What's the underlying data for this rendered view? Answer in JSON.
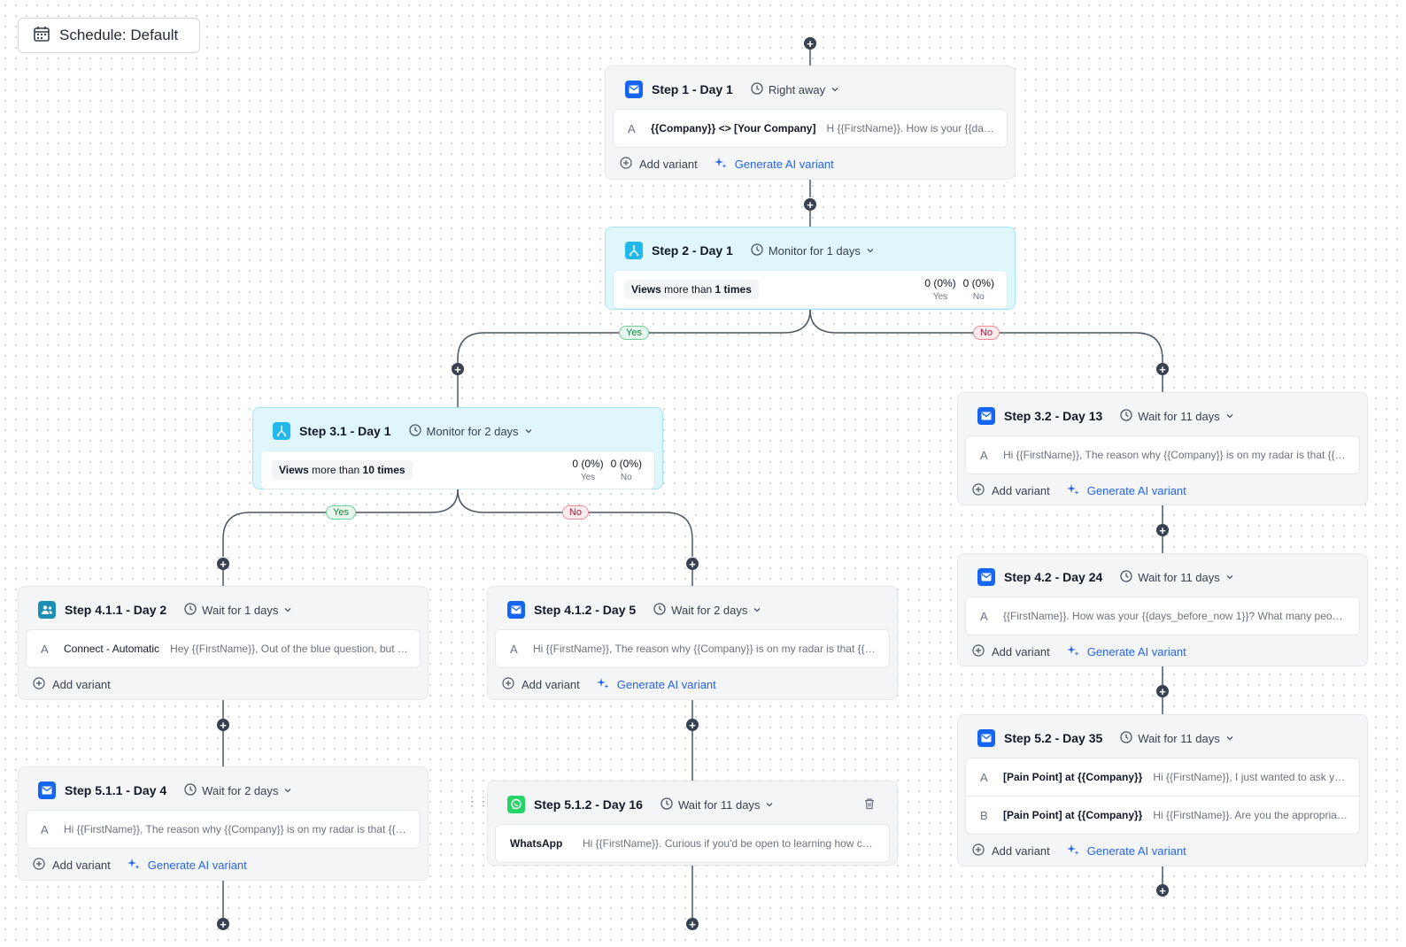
{
  "schedule": {
    "label": "Schedule: Default"
  },
  "branches": {
    "yes": "Yes",
    "no": "No"
  },
  "actions": {
    "add_variant": "Add variant",
    "generate_ai": "Generate AI variant"
  },
  "steps": {
    "s1": {
      "title": "Step 1 - Day 1",
      "delay": "Right away",
      "variants": [
        {
          "letter": "A",
          "subject": "{{Company}} <> [Your Company]",
          "preview": "H {{FirstName}}. How is your {{day..."
        }
      ]
    },
    "s2": {
      "title": "Step 2 - Day 1",
      "delay": "Monitor for 1 days",
      "rule": {
        "prefix": "Views",
        "middle": " more than ",
        "count": "1 times"
      },
      "stats": {
        "yes_value": "0 (0%)",
        "no_value": "0 (0%)",
        "yes_label": "Yes",
        "no_label": "No"
      }
    },
    "s31": {
      "title": "Step 3.1 - Day 1",
      "delay": "Monitor for 2 days",
      "rule": {
        "prefix": "Views",
        "middle": " more than ",
        "count": "10 times"
      },
      "stats": {
        "yes_value": "0 (0%)",
        "no_value": "0 (0%)",
        "yes_label": "Yes",
        "no_label": "No"
      }
    },
    "s32": {
      "title": "Step 3.2 - Day 13",
      "delay": "Wait for 11 days",
      "variants": [
        {
          "letter": "A",
          "subject": "",
          "preview": "Hi {{FirstName}}, The reason why {{Company}} is on my radar is that {{Se..."
        }
      ]
    },
    "s411": {
      "title": "Step 4.1.1 - Day 2",
      "delay": "Wait for 1 days",
      "variants": [
        {
          "letter": "A",
          "subject": "Connect - Automatic",
          "preview": "Hey {{FirstName}}, Out of the blue question, but I..."
        }
      ]
    },
    "s412": {
      "title": "Step 4.1.2 - Day 5",
      "delay": "Wait for 2 days",
      "variants": [
        {
          "letter": "A",
          "subject": "",
          "preview": "Hi {{FirstName}}, The reason why {{Company}} is on my radar is that {{Se..."
        }
      ]
    },
    "s42": {
      "title": "Step 4.2 - Day 24",
      "delay": "Wait for 11 days",
      "variants": [
        {
          "letter": "A",
          "subject": "",
          "preview": "{{FirstName}}. How was your {{days_before_now 1}}? What many people ..."
        }
      ]
    },
    "s511": {
      "title": "Step 5.1.1 - Day 4",
      "delay": "Wait for 2 days",
      "variants": [
        {
          "letter": "A",
          "subject": "",
          "preview": "Hi {{FirstName}}, The reason why {{Company}} is on my radar is that {{Se..."
        }
      ]
    },
    "s512": {
      "title": "Step 5.1.2 - Day 16",
      "delay": "Wait for 11 days",
      "variants": [
        {
          "letter": "WhatsApp",
          "subject": "",
          "preview": "Hi {{FirstName}}. Curious if you'd be open to learning how com..."
        }
      ]
    },
    "s52": {
      "title": "Step 5.2 - Day 35",
      "delay": "Wait for 11 days",
      "variants": [
        {
          "letter": "A",
          "subject": "[Pain Point] at {{Company}}",
          "preview": "Hi {{FirstName}}, I just wanted to ask you..."
        },
        {
          "letter": "B",
          "subject": "[Pain Point] at {{Company}}",
          "preview": "Hi {{FirstName}}. Are you the appropriate..."
        }
      ]
    }
  },
  "colors": {
    "email": "#1565f0",
    "monitor": "#22b8ec",
    "linkedin": "#1d8fb5",
    "whatsapp": "#25d366",
    "ai_accent": "#2563eb"
  },
  "icons": {
    "email": "envelope-icon",
    "monitor": "monitor-branch-icon",
    "linkedin": "linkedin-connect-icon",
    "whatsapp": "whatsapp-icon",
    "delay": "clock-icon",
    "chevron": "chevron-down-icon",
    "add": "plus-circle-icon",
    "ai": "sparkle-icon",
    "trash": "trash-icon",
    "calendar": "calendar-icon"
  }
}
